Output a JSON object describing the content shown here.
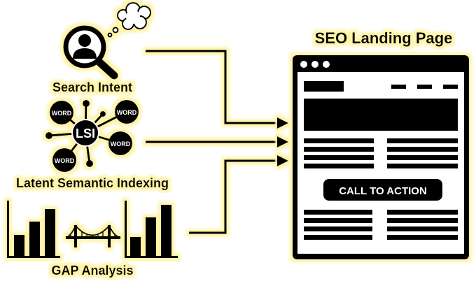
{
  "title": "SEO Landing Page",
  "inputs": [
    {
      "label": "Search Intent",
      "icon": "magnifier-user-thought-icon"
    },
    {
      "label": "Latent Semantic Indexing",
      "icon": "lsi-word-network-icon"
    },
    {
      "label": "GAP Analysis",
      "icon": "bar-chart-bridge-icon"
    }
  ],
  "lsi": {
    "center": "LSI",
    "node_word": "WORD"
  },
  "landing_page": {
    "cta_label": "CALL TO ACTION"
  },
  "colors": {
    "highlight": "#fff3a6",
    "ink": "#000000",
    "paper": "#ffffff"
  }
}
